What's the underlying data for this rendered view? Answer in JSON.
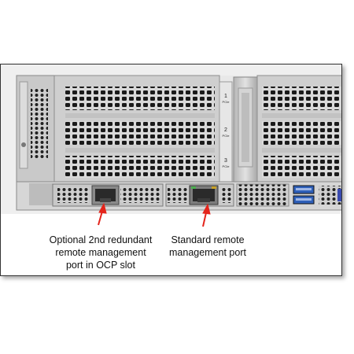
{
  "photo": {
    "subject": "server rear panel",
    "slot_labels": [
      {
        "number": "1",
        "text": "PCIe"
      },
      {
        "number": "2",
        "text": "PCIe"
      },
      {
        "number": "3",
        "text": "PCIe"
      }
    ],
    "arrow_color": "#e4241b"
  },
  "callouts": {
    "left": {
      "line1": "Optional 2nd redundant",
      "line2": "remote management",
      "line3": "port in OCP slot"
    },
    "right": {
      "line1": "Standard remote",
      "line2": "management port"
    }
  }
}
